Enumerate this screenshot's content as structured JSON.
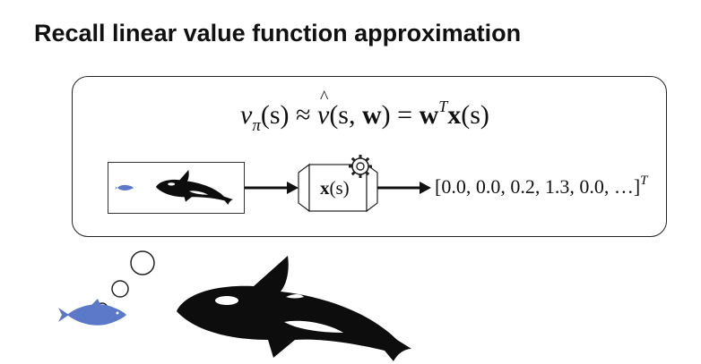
{
  "slide": {
    "title": "Recall linear value function approximation"
  },
  "equation": {
    "v": "v",
    "pi": "π",
    "s": "(s)",
    "approx": "≈",
    "vhat": "v",
    "args_open": "(s, ",
    "w": "w",
    "args_close": ")",
    "equals": "=",
    "w2": "w",
    "T": "T",
    "x": "x",
    "s2": "(s)"
  },
  "feature_box": {
    "x": "x",
    "s": "(s)"
  },
  "feature_vector": {
    "text": "[0.0, 0.0, 0.2, 1.3, 0.0, …]",
    "T": "T"
  },
  "colors": {
    "fish": "#5b78c9",
    "orca": "#0d0d0d",
    "ink": "#111111"
  },
  "icons": [
    "gear-icon",
    "fish-icon",
    "orca-icon",
    "arrow-icon",
    "thought-bubble-icon"
  ]
}
